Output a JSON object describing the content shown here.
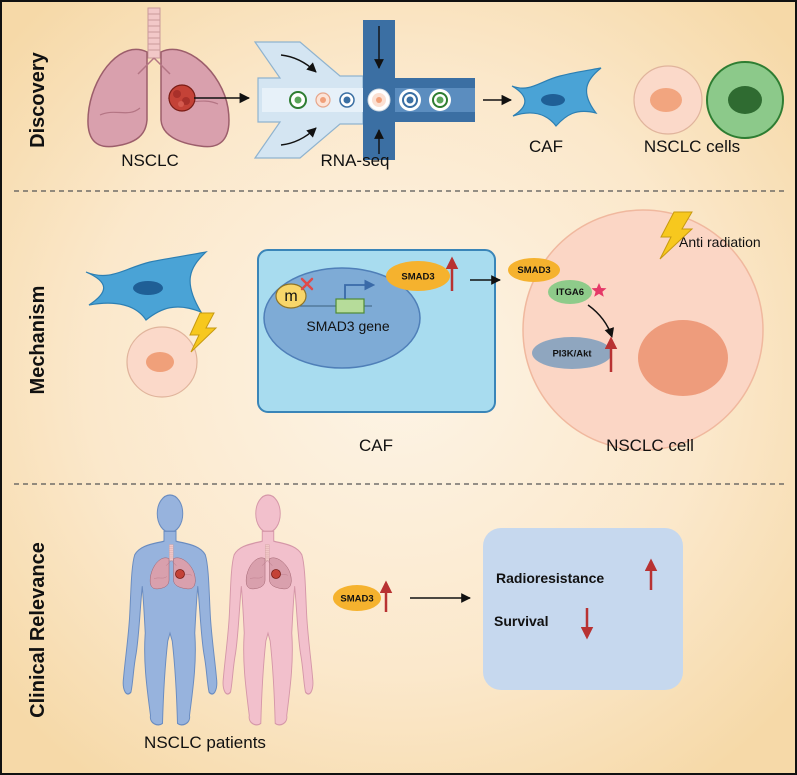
{
  "sections": {
    "discovery": {
      "label": "Discovery",
      "lungs_label": "NSCLC",
      "rnaseq_label": "RNA-seq",
      "caf_label": "CAF",
      "cells_label": "NSCLC cells"
    },
    "mechanism": {
      "label": "Mechanism",
      "methyl_mark": "m",
      "gene_label": "SMAD3 gene",
      "caf_protein": "SMAD3",
      "caf_label": "CAF",
      "cell_protein": "SMAD3",
      "receptor": "ITGA6",
      "pathway": "PI3K/Akt",
      "radiation_label": "Anti radiation",
      "cell_label": "NSCLC cell"
    },
    "clinical": {
      "label": "Clinical Relevance",
      "patients_label": "NSCLC patients",
      "protein": "SMAD3",
      "outcomes": [
        {
          "label": "Radioresistance",
          "trend_icon": "arrow-up-icon"
        },
        {
          "label": "Survival",
          "trend_icon": "arrow-down-icon"
        }
      ]
    }
  },
  "colors": {
    "caf_blue": "#4aa3d6",
    "smad3_orange": "#f5b22e",
    "itga6_green": "#8ecb8a",
    "pi3k_gray": "#8fa6bf",
    "trend_red": "#b83232",
    "result_box": "#c6d8ee",
    "caf_box": "#a8dcef"
  }
}
